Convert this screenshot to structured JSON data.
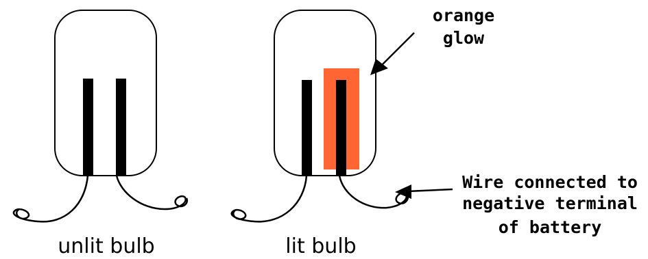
{
  "labels": {
    "unlit": "unlit bulb",
    "lit": "lit bulb",
    "glow_line1": "orange",
    "glow_line2": "glow",
    "wire_line1": "Wire connected to",
    "wire_line2": "negative terminal",
    "wire_line3": "of battery"
  },
  "colors": {
    "glow": "#ff6633",
    "ink": "#000000"
  }
}
